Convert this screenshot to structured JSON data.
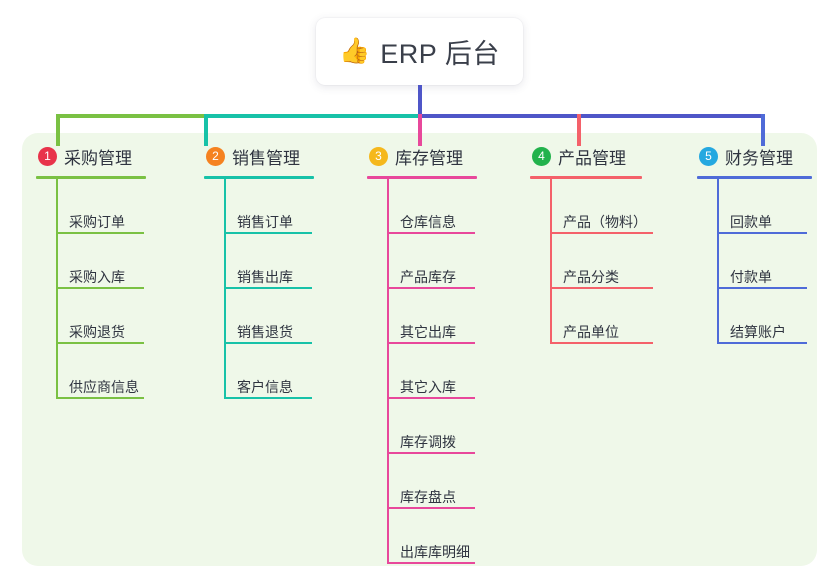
{
  "root": {
    "icon": "thumbs-up-icon",
    "icon_glyph": "👍",
    "title": "ERP 后台"
  },
  "palette": {
    "panel_bg": "#eff8e9",
    "green": "#7ac143",
    "teal": "#17c2a8",
    "pink": "#e8489b",
    "salmon": "#f4616a",
    "blue": "#4f6bd8",
    "stem_blue": "#4f56c8",
    "badge_1": "#e8334a",
    "badge_2": "#f58220",
    "badge_3": "#f5b81c",
    "badge_4": "#22b24c",
    "badge_5": "#24a8e0"
  },
  "columns": [
    {
      "number": "1",
      "title": "采购管理",
      "badge_color": "#e8334a",
      "line_color": "#7ac143",
      "items": [
        "采购订单",
        "采购入库",
        "采购退货",
        "供应商信息"
      ]
    },
    {
      "number": "2",
      "title": "销售管理",
      "badge_color": "#f58220",
      "line_color": "#17c2a8",
      "items": [
        "销售订单",
        "销售出库",
        "销售退货",
        "客户信息"
      ]
    },
    {
      "number": "3",
      "title": "库存管理",
      "badge_color": "#f5b81c",
      "line_color": "#e8489b",
      "items": [
        "仓库信息",
        "产品库存",
        "其它出库",
        "其它入库",
        "库存调拨",
        "库存盘点",
        "出库库明细"
      ]
    },
    {
      "number": "4",
      "title": "产品管理",
      "badge_color": "#22b24c",
      "line_color": "#f4616a",
      "items": [
        "产品（物料）",
        "产品分类",
        "产品单位"
      ]
    },
    {
      "number": "5",
      "title": "财务管理",
      "badge_color": "#24a8e0",
      "line_color": "#4f6bd8",
      "items": [
        "回款单",
        "付款单",
        "结算账户"
      ]
    }
  ]
}
